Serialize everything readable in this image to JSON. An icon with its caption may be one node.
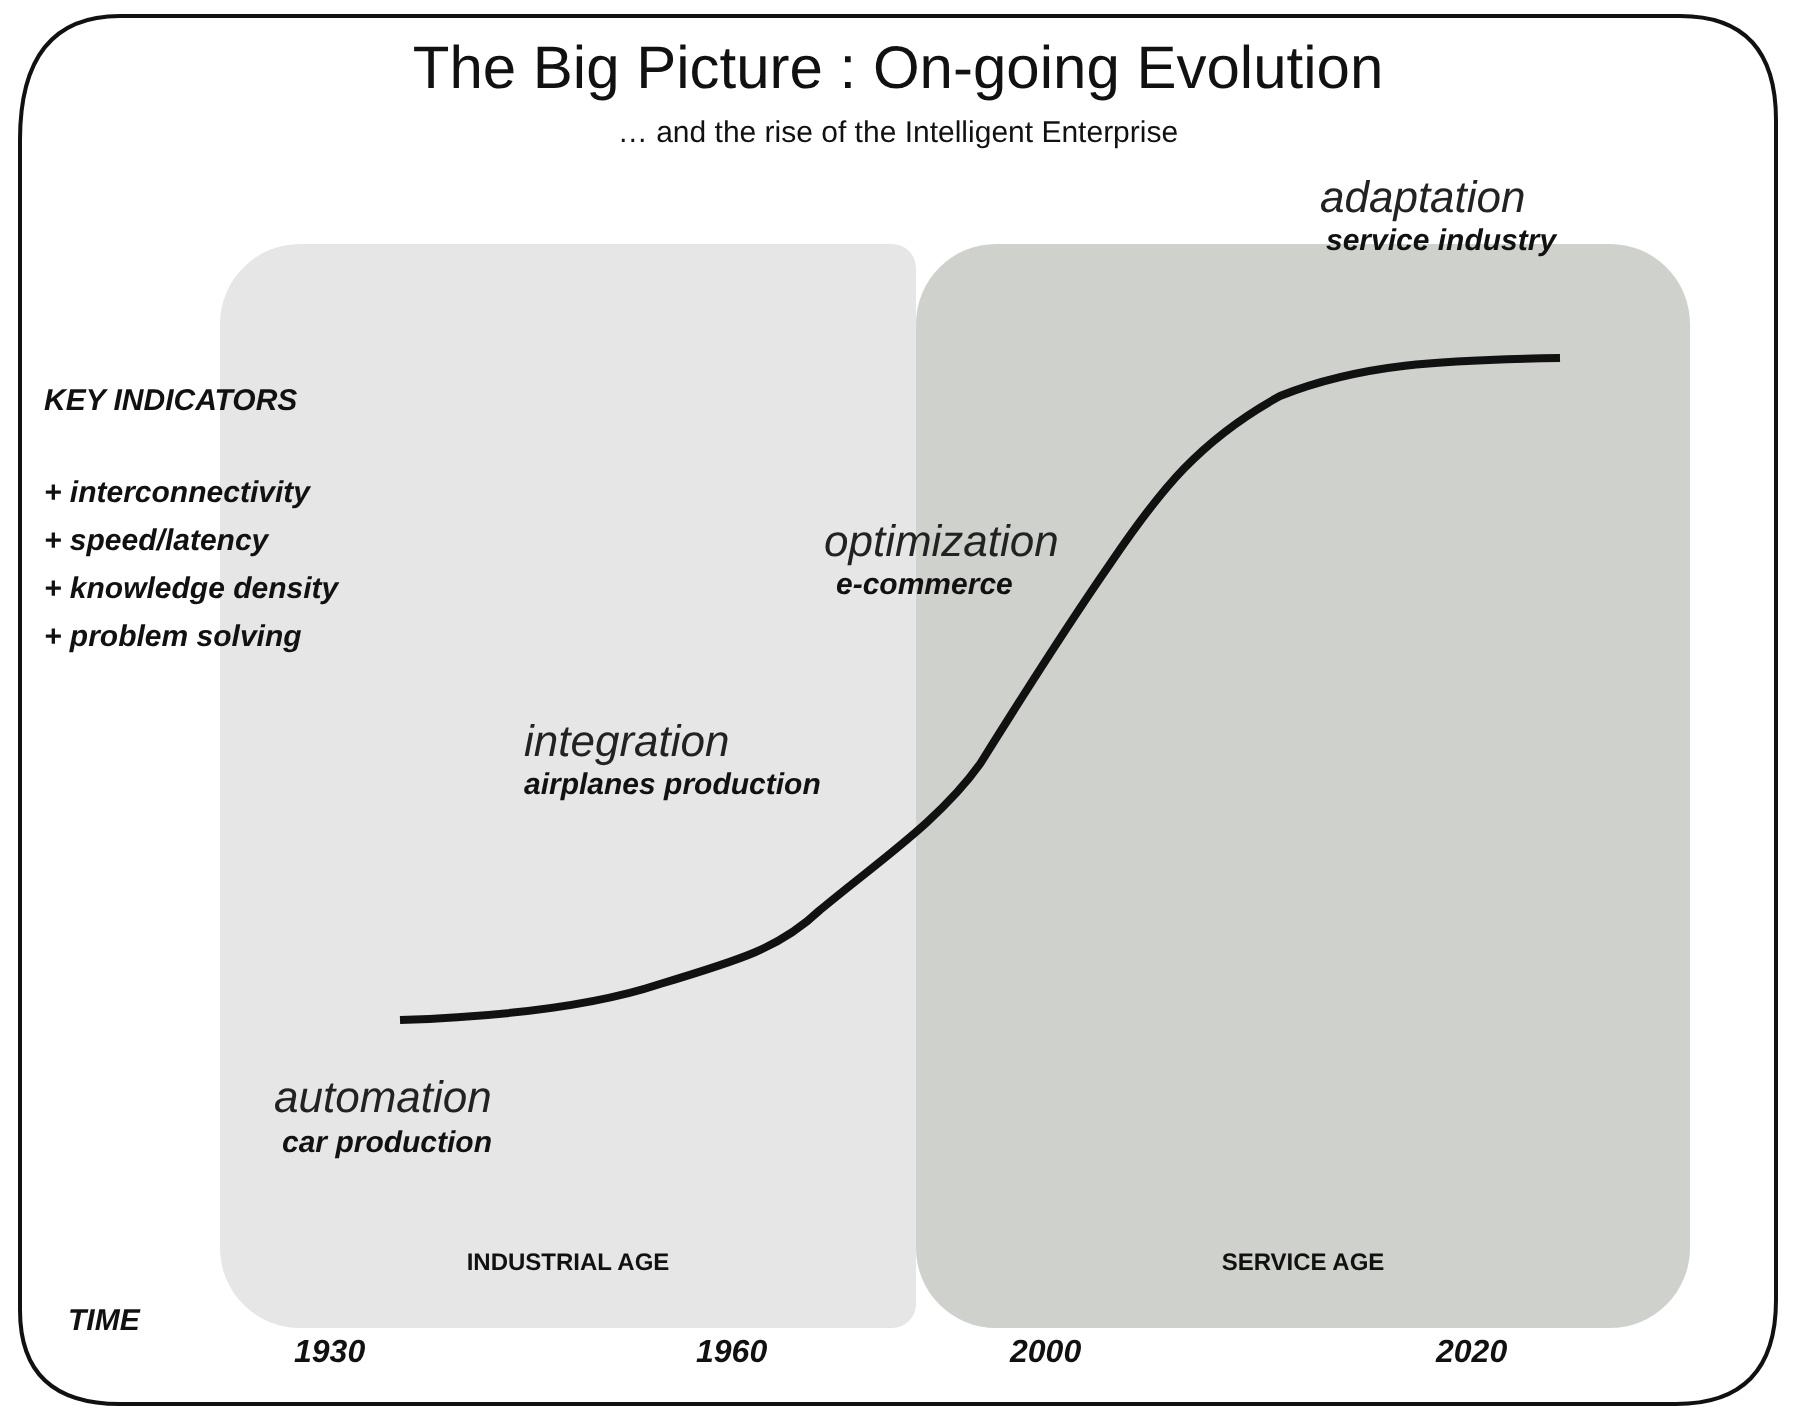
{
  "diagram": {
    "title": "The Big Picture : On-going Evolution",
    "caption": "… and the rise of the Intelligent Enterprise",
    "nodes": [
      {
        "text": [
          "INDUSTRIAL AGE"
        ]
      },
      {
        "text": [
          "SERVICE AGE"
        ]
      }
    ],
    "edges": [],
    "labels": [
      "adaptation",
      "service industry",
      "KEY INDICATORS",
      "+ interconnectivity",
      "+ speed/latency",
      "+ knowledge density",
      "+ problem solving",
      "optimization",
      "e-commerce",
      "integration",
      "airplanes production",
      "automation",
      "car production",
      "TIME",
      "1930",
      "1960",
      "2000",
      "2020"
    ]
  }
}
